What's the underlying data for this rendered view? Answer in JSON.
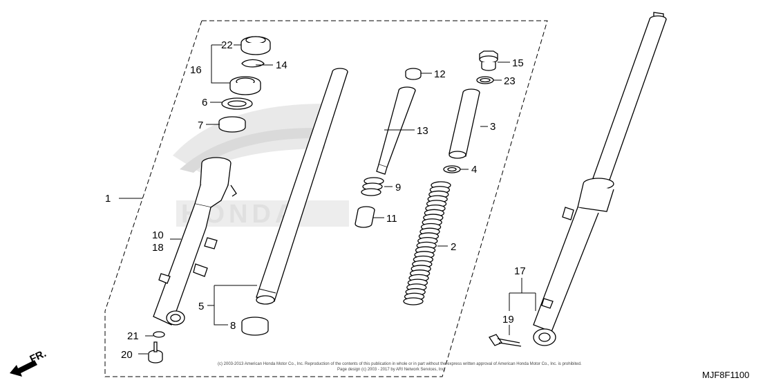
{
  "callouts": [
    {
      "id": "c1",
      "text": "1"
    },
    {
      "id": "c2",
      "text": "2"
    },
    {
      "id": "c3",
      "text": "3"
    },
    {
      "id": "c4",
      "text": "4"
    },
    {
      "id": "c5",
      "text": "5"
    },
    {
      "id": "c6",
      "text": "6"
    },
    {
      "id": "c7",
      "text": "7"
    },
    {
      "id": "c8",
      "text": "8"
    },
    {
      "id": "c9",
      "text": "9"
    },
    {
      "id": "c10",
      "text": "10"
    },
    {
      "id": "c11",
      "text": "11"
    },
    {
      "id": "c12",
      "text": "12"
    },
    {
      "id": "c13",
      "text": "13"
    },
    {
      "id": "c14",
      "text": "14"
    },
    {
      "id": "c15",
      "text": "15"
    },
    {
      "id": "c16",
      "text": "16"
    },
    {
      "id": "c17",
      "text": "17"
    },
    {
      "id": "c18",
      "text": "18"
    },
    {
      "id": "c19",
      "text": "19"
    },
    {
      "id": "c20",
      "text": "20"
    },
    {
      "id": "c21",
      "text": "21"
    },
    {
      "id": "c22",
      "text": "22"
    },
    {
      "id": "c23",
      "text": "23"
    }
  ],
  "direction_label": "FR.",
  "diagram_code": "MJF8F1100",
  "copyright_line1": "(c) 2003-2013 American Honda Motor Co., Inc. Reproduction of the contents of this publication in whole or in part without the express written approval of American Honda Motor Co., Inc. is prohibited.",
  "copyright_line2": "Page design (c) 2003 - 2017 by ARI Network Services, Inc."
}
